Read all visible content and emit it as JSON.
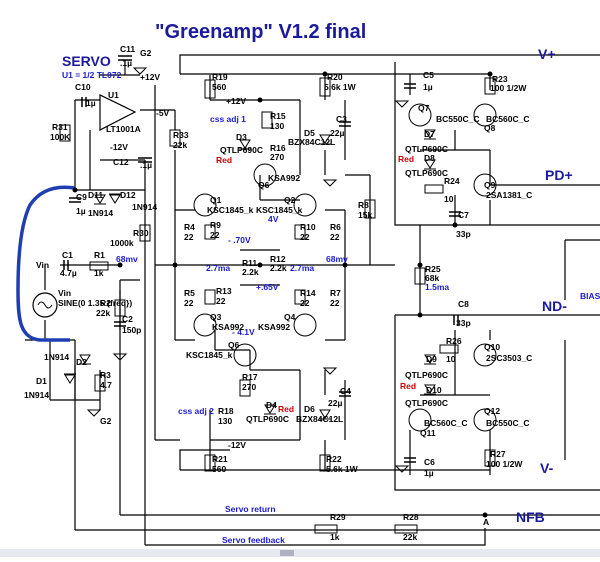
{
  "title": "\"Greenamp\" V1.2 final",
  "servo": {
    "heading": "SERVO",
    "note": "U1 = 1/2 TL072",
    "opamp": "U1",
    "opamp_part": "LT1001A"
  },
  "rails": {
    "vplus": "V+",
    "vminus": "V-",
    "pd_plus": "PD+",
    "nd_minus": "ND-",
    "nfb": "NFB",
    "bias": "BIAS",
    "servo_return": "Servo return",
    "servo_feedback": "Servo feedback",
    "node_a": "A"
  },
  "supplies": {
    "p12a": "+12V",
    "p12b": "+12V",
    "m5": "-5V",
    "m12a": "-12V",
    "m12b": "-12V",
    "g2": "G2"
  },
  "measurements": {
    "mv68a": "68mv",
    "mv68b": "68mv",
    "v4": "4V",
    "v70": "- .70V",
    "v65": "+.65V",
    "v41": "- 4.1V",
    "ma27a": "2.7ma",
    "ma27b": "2.7ma",
    "ma15": "1.5ma"
  },
  "labels": {
    "c11": "C11",
    "c11v": ".1µ",
    "c10": "C10",
    "c10v": "1µ",
    "r31": "R31",
    "r31v": "100K",
    "r33": "R33",
    "r33v": "22k",
    "c12": "C12",
    "c12v": ".1µ",
    "c9": "C9",
    "c9v": "1µ",
    "d11": "D11",
    "d11p": "1N914",
    "d12": "D12",
    "d12p": "1N914",
    "r30": "R30",
    "r30v": "1000k",
    "c1": "C1",
    "c1v": "4.7µ",
    "vin": "Vin",
    "vin2": "Vin",
    "sine": "SINE(0 1.35 {freq})",
    "r1": "R1",
    "r1v": "1k",
    "r2": "R2",
    "r2v": "22k",
    "c2": "C2",
    "c2v": "150p",
    "d2": "D2",
    "d2p": "1N914",
    "d1": "D1",
    "d1p": "1N914",
    "r3": "R3",
    "r3v": "4.7",
    "r19": "R19",
    "r19v": "560",
    "r15": "R15",
    "r15v": "130",
    "css1": "css adj 1",
    "d3": "D3",
    "d3p": "QTLP690C",
    "r16": "R16",
    "r16v": "270",
    "red1": "Red",
    "q6a": "Q6",
    "q6ap": "KSA992",
    "r20": "R20",
    "r20v": "5.6k 1W",
    "c3": "C3",
    "c3v": "22µ",
    "d5": "D5",
    "d5p": "BZX84C12L",
    "r8": "R8",
    "r8v": "15k",
    "q1": "Q1",
    "q1p": "KSC1845_k",
    "q2": "Q2",
    "q2p": "KSC1845_k",
    "r4": "R4",
    "r4v": "22",
    "r9": "R9",
    "r9v": "22",
    "r10": "R10",
    "r10v": "22",
    "r6": "R6",
    "r6v": "22",
    "r11": "R11",
    "r11v": "2.2k",
    "r12": "R12",
    "r12v": "2.2k",
    "r5": "R5",
    "r5v": "22",
    "r13": "R13",
    "r13v": "22",
    "r14": "R14",
    "r14v": "22",
    "r7": "R7",
    "r7v": "22",
    "q3": "Q3",
    "q3p": "KSA992",
    "q4": "Q4",
    "q4p": "KSA992",
    "q6b": "Q6",
    "q6bp": "KSC1845_k",
    "r17": "R17",
    "r17v": "270",
    "css2": "css adj 2",
    "r18": "R18",
    "r18v": "130",
    "d4": "D4",
    "red2": "Red",
    "d4p": "QTLP690C",
    "d6": "D6",
    "d6p": "BZX84C12L",
    "c4": "C4",
    "c4v": "22µ",
    "r21": "R21",
    "r21v": "560",
    "r22": "R22",
    "r22v": "5.6k 1W",
    "c5": "C5",
    "c5v": "1µ",
    "r23": "R23",
    "r23v": "100 1/2W",
    "q7": "Q7",
    "q7p": "BC550C_C",
    "q8": "Q8",
    "q8p": "BC560C_C",
    "d7": "D7",
    "d7p": "QTLP690C",
    "red3": "Red",
    "d8": "D8",
    "d8p": "QTLP690C",
    "r24": "R24",
    "r24v": "10",
    "q9": "Q9",
    "q9p": "2SA1381_C",
    "c7": "C7",
    "c7v": "33p",
    "r25": "R25",
    "r25v": "68k",
    "c8": "C8",
    "c8v": "33p",
    "r26": "R26",
    "r26v": "10",
    "d9": "D9",
    "d9p": "QTLP690C",
    "q10": "Q10",
    "q10p": "2SC3503_C",
    "red4": "Red",
    "d10": "D10",
    "d10p": "QTLP690C",
    "q11": "Q11",
    "q11p": "BC560C_C",
    "q12": "Q12",
    "q12p": "BC550C_C",
    "c6": "C6",
    "c6v": "1µ",
    "r27": "R27",
    "r27v": "100 1/2W",
    "r29": "R29",
    "r29v": "1k",
    "r28": "R28",
    "r28v": "22k"
  }
}
